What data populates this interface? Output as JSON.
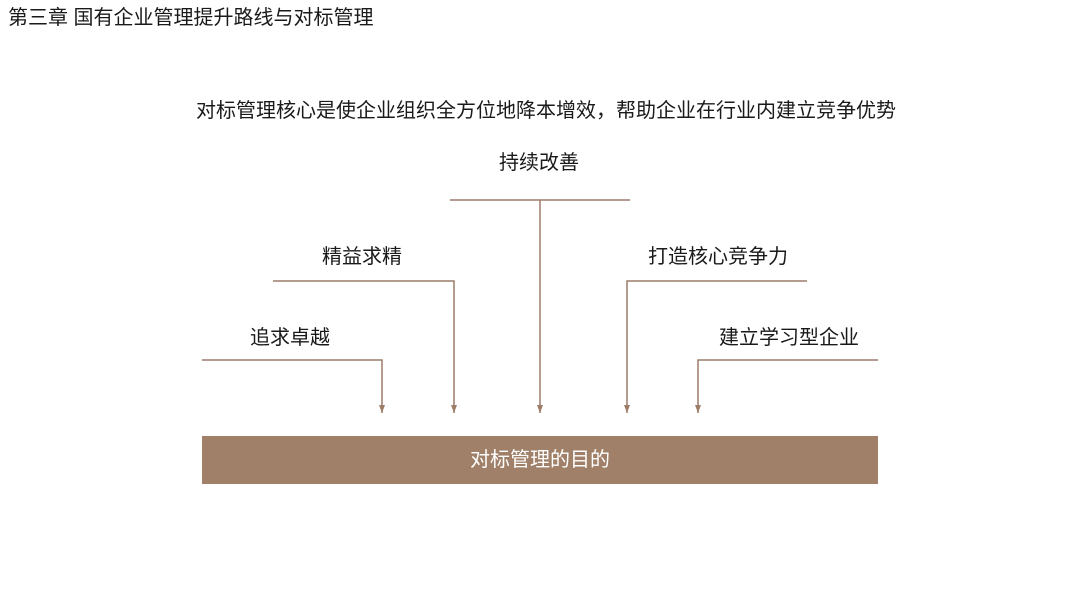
{
  "header": {
    "title": "第三章 国有企业管理提升路线与对标管理"
  },
  "statement": "对标管理核心是使企业组织全方位地降本增效，帮助企业在行业内建立竞争优势",
  "diagram": {
    "nodes": [
      {
        "label": "持续改善"
      },
      {
        "label": "精益求精"
      },
      {
        "label": "打造核心竞争力"
      },
      {
        "label": "追求卓越"
      },
      {
        "label": "建立学习型企业"
      }
    ],
    "target": "对标管理的目的"
  },
  "colors": {
    "connector": "#9c7d68",
    "target_bar": "#a08068",
    "target_text": "#ffffff",
    "text": "#1a1a1a"
  }
}
